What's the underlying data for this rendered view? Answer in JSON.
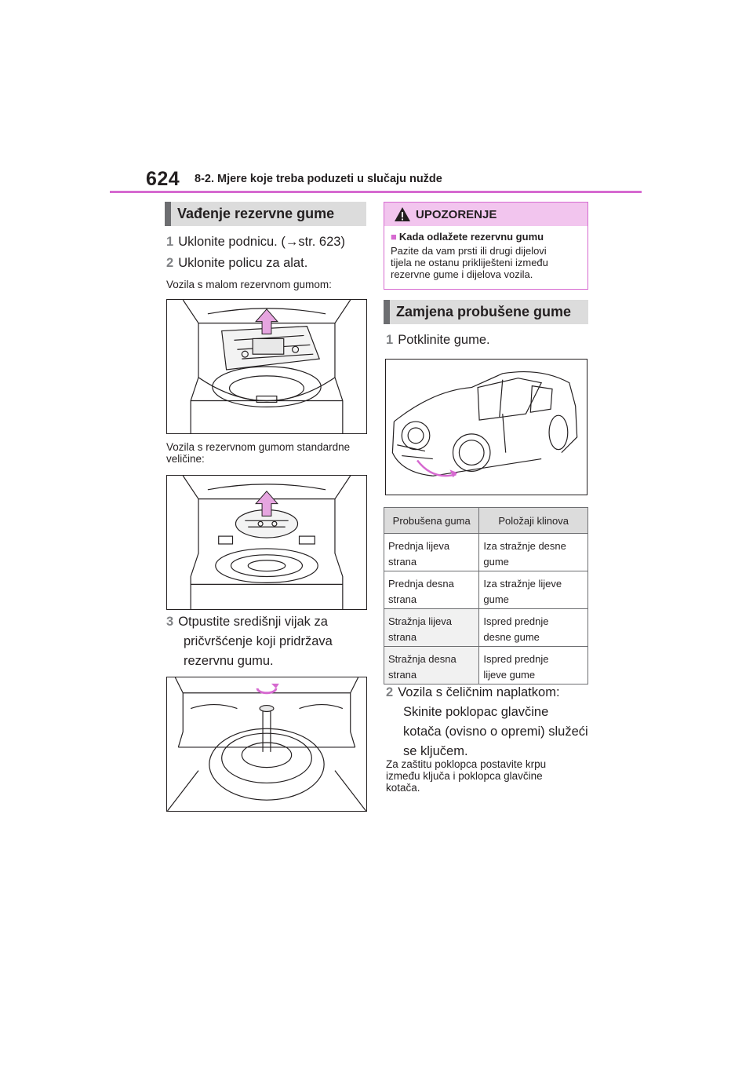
{
  "header": {
    "page_number": "624",
    "running_head": "8-2. Mjere koje treba poduzeti u slučaju nužde"
  },
  "left": {
    "section_title": "Vađenje rezervne gume",
    "step1_num": "1",
    "step1_text": "Uklonite podnicu. (→str. 623)",
    "step2_num": "2",
    "step2_text": "Uklonite policu za alat.",
    "caption_small_spare": "Vozila s malom rezervnom gumom:",
    "caption_std_spare_line1": "Vozila s rezervnom gumom standardne",
    "caption_std_spare_line2": "veličine:",
    "step3_num": "3",
    "step3_line1": "Otpustite središnji vijak za",
    "step3_line2": "pričvršćenje koji pridržava",
    "step3_line3": "rezervnu gumu."
  },
  "warning": {
    "title": "UPOZORENJE",
    "subtitle": "Kada odlažete rezervnu gumu",
    "line1": "Pazite da vam prsti ili drugi dijelovi",
    "line2": "tijela ne ostanu prikliješteni između",
    "line3": "rezervne gume i dijelova vozila."
  },
  "right": {
    "section_title": "Zamjena probušene gume",
    "step1_num": "1",
    "step1_text": "Potklinite gume.",
    "step2_num": "2",
    "step2_line1": "Vozila s čeličnim naplatkom:",
    "step2_line2": "Skinite poklopac glavčine",
    "step2_line3": "kotača (ovisno o opremi) služeći",
    "step2_line4": "se ključem.",
    "note_line1": "Za zaštitu poklopca postavite krpu",
    "note_line2": "između ključa i poklopca glavčine",
    "note_line3": "kotača."
  },
  "table": {
    "headers": [
      "Probušena guma",
      "Položaji klinova"
    ],
    "rows": [
      {
        "tire_1": "Prednja lijeva",
        "tire_2": "strana",
        "pos_1": "Iza stražnje desne",
        "pos_2": "gume"
      },
      {
        "tire_1": "Prednja desna",
        "tire_2": "strana",
        "pos_1": "Iza stražnje lijeve",
        "pos_2": "gume"
      },
      {
        "tire_1": "Stražnja lijeva",
        "tire_2": "strana",
        "pos_1": "Ispred prednje",
        "pos_2": "desne gume"
      },
      {
        "tire_1": "Stražnja desna",
        "tire_2": "strana",
        "pos_1": "Ispred prednje",
        "pos_2": "lijeve gume"
      }
    ]
  },
  "colors": {
    "accent": "#d66ad0",
    "warning_header_bg": "#f2c5ee",
    "section_bg": "#dcdcdc",
    "section_bar": "#6d6e71",
    "arrow_fill": "#e6a5e0"
  }
}
